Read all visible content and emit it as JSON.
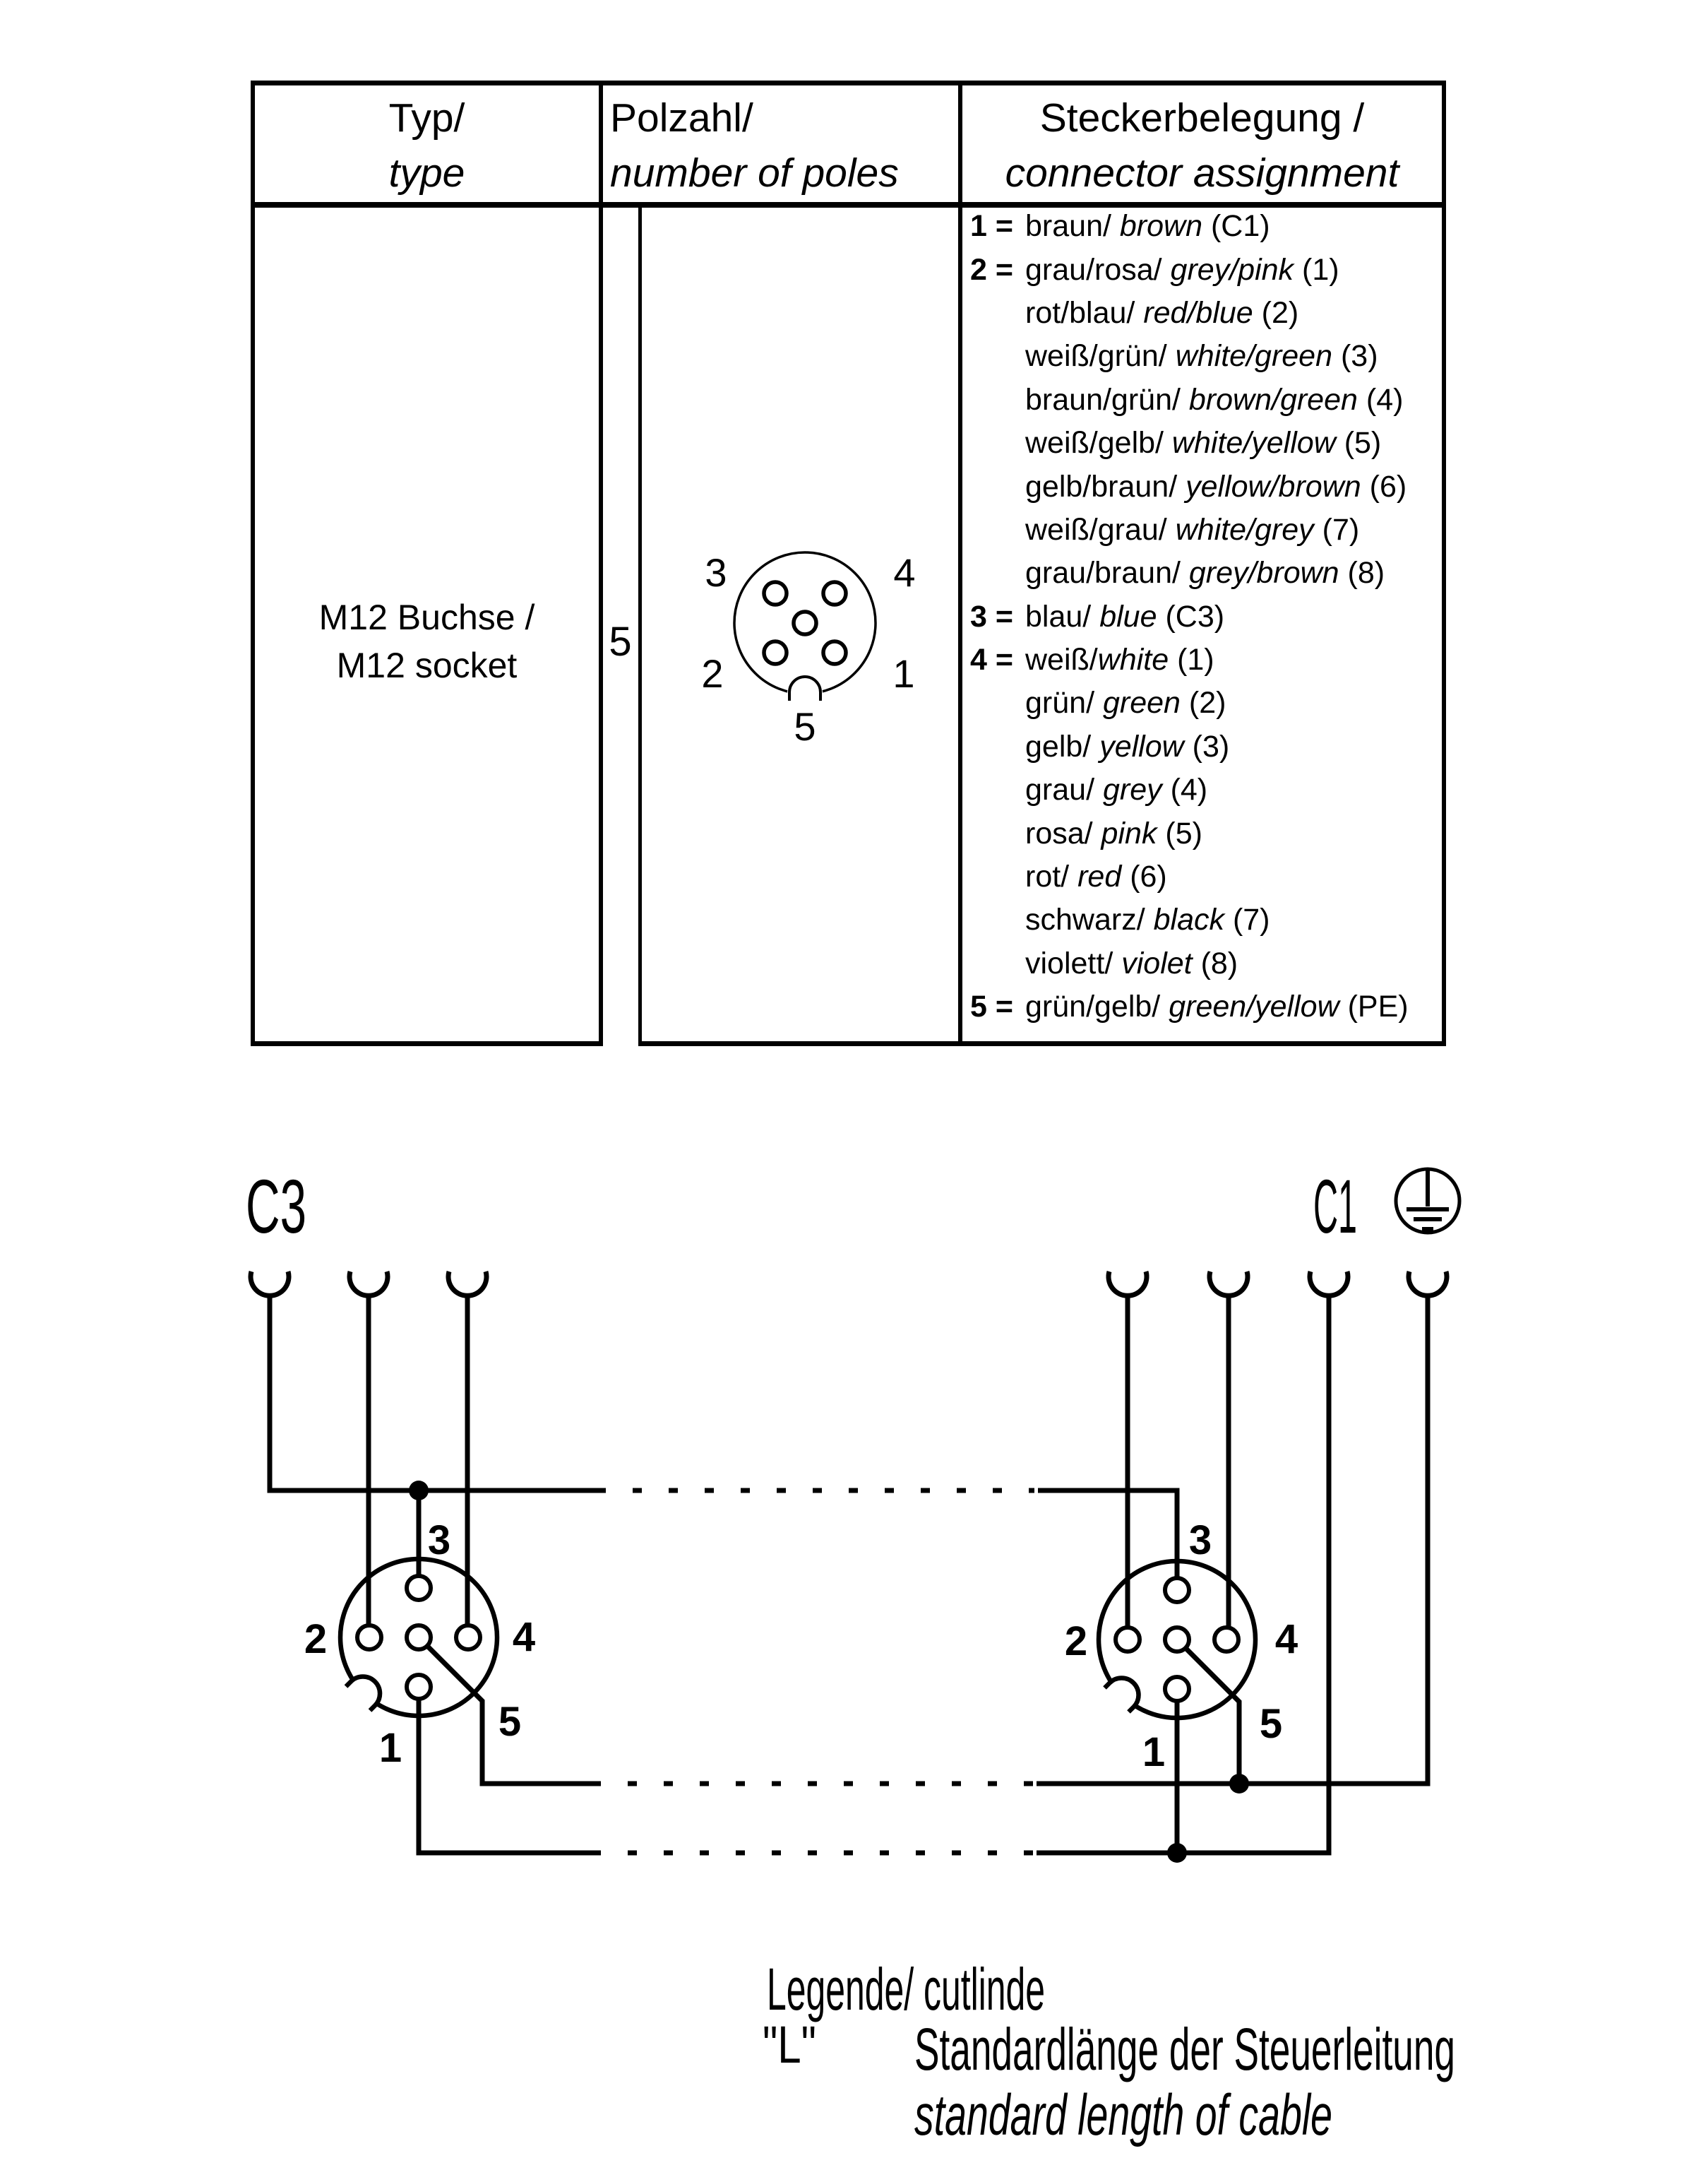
{
  "colors": {
    "ink": "#000000",
    "paper": "#ffffff"
  },
  "table": {
    "headers": {
      "col1_de": "Typ/",
      "col1_en": "type",
      "col2_de": "Polzahl/",
      "col2_en": "number of poles",
      "col3_de": "Steckerbelegung /",
      "col3_en": "connector assignment"
    },
    "row": {
      "type_line1": "M12 Buchse /",
      "type_line2": "M12 socket",
      "poles": "5"
    },
    "pinout": {
      "p1": "1",
      "p2": "2",
      "p3": "3",
      "p4": "4",
      "p5": "5"
    },
    "assignments": [
      {
        "num": "1 =",
        "de": "braun/",
        "en": " brown",
        "suffix": " (C1)"
      },
      {
        "num": "2 =",
        "de": "grau/rosa/",
        "en": " grey/pink",
        "suffix": " (1)"
      },
      {
        "num": "",
        "de": "rot/blau/",
        "en": " red/blue",
        "suffix": " (2)"
      },
      {
        "num": "",
        "de": "weiß/grün/",
        "en": " white/green",
        "suffix": " (3)"
      },
      {
        "num": "",
        "de": "braun/grün/",
        "en": " brown/green",
        "suffix": " (4)"
      },
      {
        "num": "",
        "de": "weiß/gelb/",
        "en": " white/yellow",
        "suffix": " (5)"
      },
      {
        "num": "",
        "de": "gelb/braun/",
        "en": " yellow/brown",
        "suffix": " (6)"
      },
      {
        "num": "",
        "de": "weiß/grau/",
        "en": " white/grey",
        "suffix": " (7)"
      },
      {
        "num": "",
        "de": "grau/braun/",
        "en": " grey/brown",
        "suffix": " (8)"
      },
      {
        "num": "3 =",
        "de": "blau/",
        "en": " blue",
        "suffix": " (C3)"
      },
      {
        "num": "4 =",
        "de": "weiß/",
        "en": "white",
        "suffix": " (1)"
      },
      {
        "num": "",
        "de": "grün/",
        "en": " green",
        "suffix": " (2)"
      },
      {
        "num": "",
        "de": "gelb/",
        "en": " yellow",
        "suffix": " (3)"
      },
      {
        "num": "",
        "de": "grau/",
        "en": " grey",
        "suffix": " (4)"
      },
      {
        "num": "",
        "de": "rosa/",
        "en": " pink",
        "suffix": " (5)"
      },
      {
        "num": "",
        "de": "rot/",
        "en": " red",
        "suffix": " (6)"
      },
      {
        "num": "",
        "de": "schwarz/",
        "en": " black",
        "suffix": " (7)"
      },
      {
        "num": "",
        "de": "violett/",
        "en": " violet",
        "suffix": " (8)"
      },
      {
        "num": "5 =",
        "de": "grün/gelb/",
        "en": " green/yellow",
        "suffix": " (PE)"
      }
    ]
  },
  "diagram": {
    "c3_label": "C3",
    "c1_label": "C1",
    "left": {
      "p1": "1",
      "p2": "2",
      "p3": "3",
      "p4": "4",
      "p5": "5"
    },
    "right": {
      "p1": "1",
      "p2": "2",
      "p3": "3",
      "p4": "4",
      "p5": "5"
    },
    "legend": {
      "title": "Legende/ cutlinde",
      "symbol": "\"L\"",
      "de": "Standardlänge der Steuerleitung",
      "en": "standard length of cable"
    }
  }
}
